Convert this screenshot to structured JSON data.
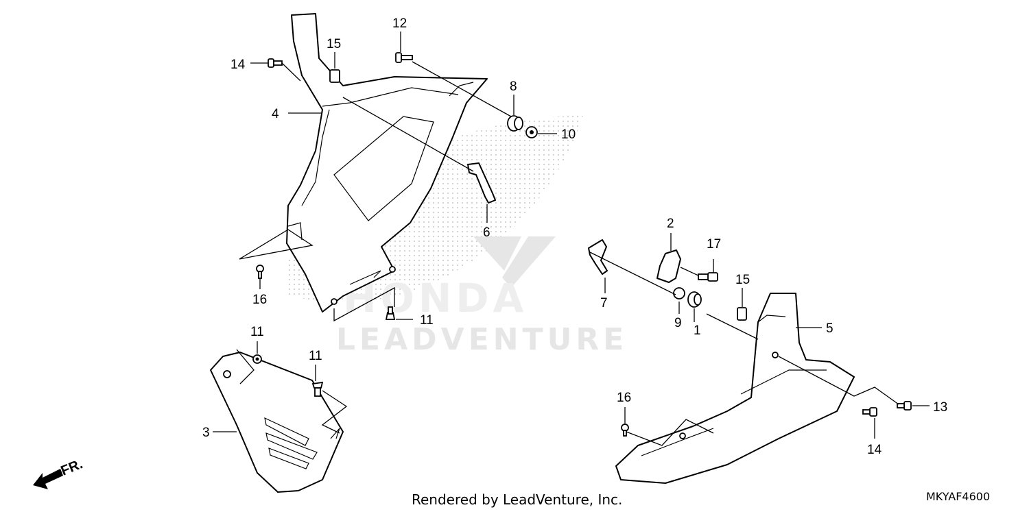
{
  "watermark": {
    "brand": "HONDA",
    "company": "LEADVENTURE"
  },
  "front_indicator": "FR.",
  "callouts": {
    "c1": "1",
    "c2": "2",
    "c3": "3",
    "c4": "4",
    "c5": "5",
    "c6": "6",
    "c7": "7",
    "c8": "8",
    "c9": "9",
    "c10": "10",
    "c11a": "11",
    "c11b": "11",
    "c11c": "11",
    "c12": "12",
    "c13": "13",
    "c14a": "14",
    "c14b": "14",
    "c15a": "15",
    "c15b": "15",
    "c16a": "16",
    "c16b": "16",
    "c17": "17"
  },
  "footer": {
    "credit": "Rendered by LeadVenture, Inc.",
    "code": "MKYAF4600"
  },
  "colors": {
    "line": "#000000",
    "background": "#ffffff",
    "watermark": "#e6e6e6"
  }
}
